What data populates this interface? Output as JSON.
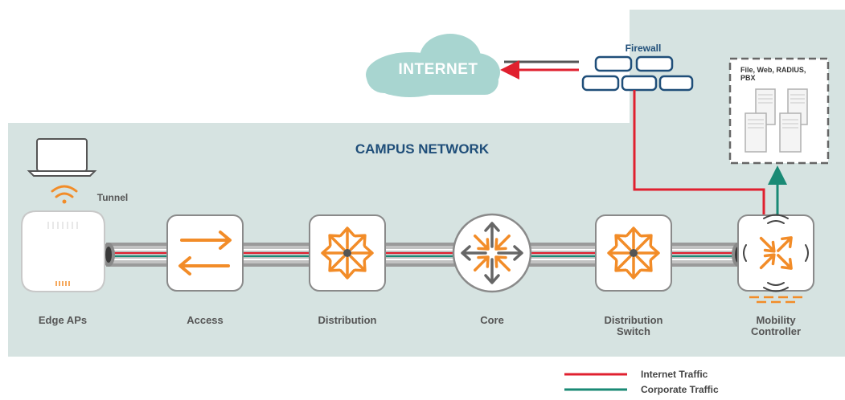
{
  "title": "CAMPUS NETWORK",
  "internet_label": "INTERNET",
  "firewall_label": "Firewall",
  "servers_label": "File, Web, RADIUS,  PBX",
  "tunnel_label": "Tunnel",
  "nodes": {
    "edge_aps": "Edge APs",
    "access": "Access",
    "distribution": "Distribution",
    "core": "Core",
    "distribution_switch": "Distribution Switch",
    "mobility_controller": "Mobility Controller"
  },
  "legend": {
    "internet_traffic": "Internet Traffic",
    "corporate_traffic": "Corporate Traffic"
  },
  "colors": {
    "campus_bg": "#d6e3e1",
    "cloud": "#a8d5d0",
    "internet_traffic": "#e0202f",
    "corporate_traffic": "#1a8a75",
    "orange": "#f28c28",
    "firewall_blue": "#1f4e79"
  },
  "icons": {
    "laptop": "laptop-icon",
    "wifi": "wifi-icon",
    "ap": "access-point-icon",
    "switch": "switch-icon",
    "router": "router-icon",
    "firewall": "firewall-icon",
    "server": "server-icon"
  }
}
